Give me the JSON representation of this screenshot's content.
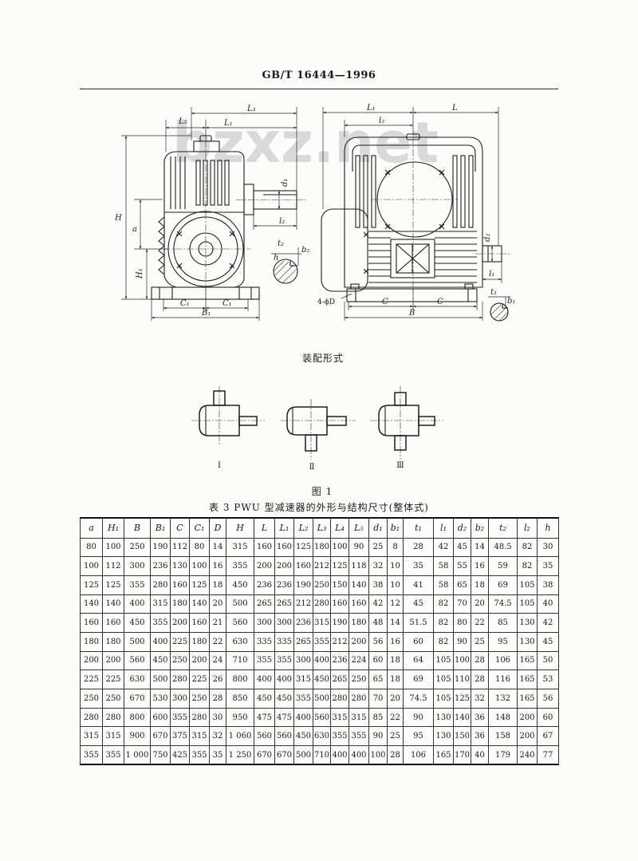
{
  "header": {
    "standard_number": "GB/T 16444—1996"
  },
  "watermark": "bzxz.net",
  "figure": {
    "left_view_labels": {
      "L2": "L₂",
      "L3": "L₃",
      "L1": "L₁",
      "d1": "d₁",
      "l2": "l₂",
      "t2": "t₂",
      "b2": "b₂",
      "h": "h",
      "H": "H",
      "a": "a",
      "H1": "H₁",
      "C1_left": "C₁",
      "C1_right": "C₁",
      "B1": "B₁"
    },
    "right_view_labels": {
      "L1": "L₁",
      "L": "L",
      "l2": "l₂",
      "d2": "d₂",
      "l1": "l₁",
      "t1": "t₁",
      "b1": "b₁",
      "foot_holes": "4-ϕD",
      "C_left": "C",
      "C_right": "C",
      "B": "B"
    },
    "assembly_caption": "装配形式",
    "assembly_forms": [
      "Ⅰ",
      "Ⅱ",
      "Ⅲ"
    ],
    "caption": "图 1"
  },
  "table": {
    "title": "表 3  PWU 型减速器的外形与结构尺寸(整体式)",
    "columns": [
      "a",
      "H₁",
      "B",
      "B₁",
      "C",
      "C₁",
      "D",
      "H",
      "L",
      "L₁",
      "L₂",
      "L₃",
      "L₄",
      "L₅",
      "d₁",
      "b₁",
      "t₁",
      "l₁",
      "d₂",
      "b₂",
      "t₂",
      "l₂",
      "h"
    ],
    "rows": [
      [
        "80",
        "100",
        "250",
        "190",
        "112",
        "80",
        "14",
        "315",
        "160",
        "160",
        "125",
        "180",
        "100",
        "90",
        "25",
        "8",
        "28",
        "42",
        "45",
        "14",
        "48.5",
        "82",
        "30"
      ],
      [
        "100",
        "112",
        "300",
        "236",
        "130",
        "100",
        "16",
        "355",
        "200",
        "200",
        "160",
        "212",
        "125",
        "118",
        "32",
        "10",
        "35",
        "58",
        "55",
        "16",
        "59",
        "82",
        "35"
      ],
      [
        "125",
        "125",
        "355",
        "280",
        "160",
        "125",
        "18",
        "450",
        "236",
        "236",
        "190",
        "250",
        "150",
        "140",
        "38",
        "10",
        "41",
        "58",
        "65",
        "18",
        "69",
        "105",
        "38"
      ],
      [
        "140",
        "140",
        "400",
        "315",
        "180",
        "140",
        "20",
        "500",
        "265",
        "265",
        "212",
        "280",
        "160",
        "160",
        "42",
        "12",
        "45",
        "82",
        "70",
        "20",
        "74.5",
        "105",
        "40"
      ],
      [
        "160",
        "160",
        "450",
        "355",
        "200",
        "160",
        "21",
        "560",
        "300",
        "300",
        "236",
        "315",
        "190",
        "180",
        "48",
        "14",
        "51.5",
        "82",
        "80",
        "22",
        "85",
        "130",
        "42"
      ],
      [
        "180",
        "180",
        "500",
        "400",
        "225",
        "180",
        "22",
        "630",
        "335",
        "335",
        "265",
        "355",
        "212",
        "200",
        "56",
        "16",
        "60",
        "82",
        "90",
        "25",
        "95",
        "130",
        "45"
      ],
      [
        "200",
        "200",
        "560",
        "450",
        "250",
        "200",
        "24",
        "710",
        "355",
        "355",
        "300",
        "400",
        "236",
        "224",
        "60",
        "18",
        "64",
        "105",
        "100",
        "28",
        "106",
        "165",
        "50"
      ],
      [
        "225",
        "225",
        "630",
        "500",
        "280",
        "225",
        "26",
        "800",
        "400",
        "400",
        "315",
        "450",
        "265",
        "250",
        "65",
        "18",
        "69",
        "105",
        "110",
        "28",
        "116",
        "165",
        "53"
      ],
      [
        "250",
        "250",
        "670",
        "530",
        "300",
        "250",
        "28",
        "850",
        "450",
        "450",
        "355",
        "500",
        "280",
        "280",
        "70",
        "20",
        "74.5",
        "105",
        "125",
        "32",
        "132",
        "165",
        "56"
      ],
      [
        "280",
        "280",
        "800",
        "600",
        "355",
        "280",
        "30",
        "950",
        "475",
        "475",
        "400",
        "560",
        "315",
        "315",
        "85",
        "22",
        "90",
        "130",
        "140",
        "36",
        "148",
        "200",
        "60"
      ],
      [
        "315",
        "315",
        "900",
        "670",
        "375",
        "315",
        "32",
        "1 060",
        "560",
        "560",
        "450",
        "630",
        "355",
        "355",
        "90",
        "25",
        "95",
        "130",
        "150",
        "36",
        "158",
        "200",
        "67"
      ],
      [
        "355",
        "355",
        "1 000",
        "750",
        "425",
        "355",
        "35",
        "1 250",
        "670",
        "670",
        "500",
        "710",
        "400",
        "400",
        "100",
        "28",
        "106",
        "165",
        "170",
        "40",
        "179",
        "240",
        "77"
      ]
    ]
  }
}
